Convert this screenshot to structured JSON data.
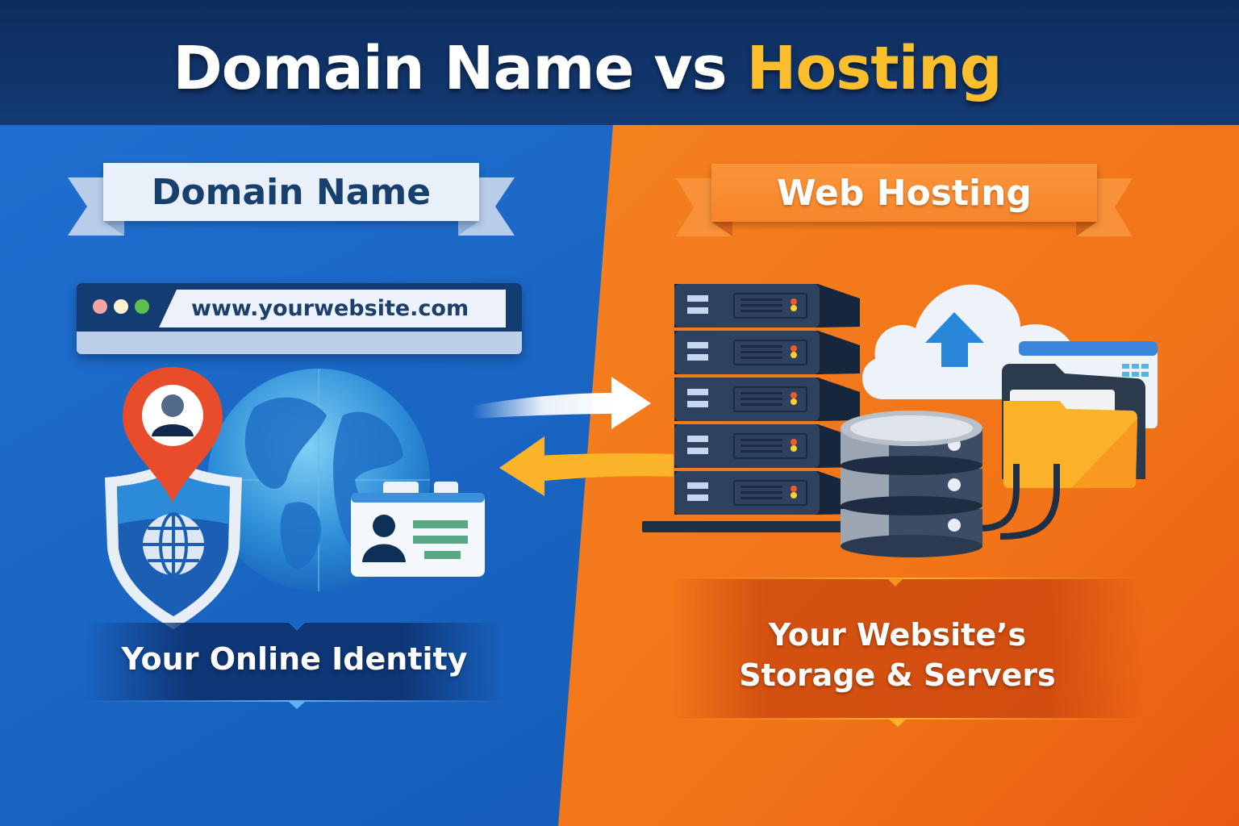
{
  "header": {
    "title_main": "Domain Name vs",
    "title_accent": "Hosting",
    "background": "#0f2f63",
    "accent_color": "#fbbf2e"
  },
  "left_panel": {
    "ribbon_label": "Domain Name",
    "background": "#1565c0",
    "browser": {
      "url": "www.yourwebsite.com",
      "dot_colors": [
        "#f5a3a3",
        "#fbf3d0",
        "#5dc14b"
      ]
    },
    "icons": [
      "location-pin-user-icon",
      "shield-globe-icon",
      "globe-icon",
      "id-card-icon"
    ],
    "caption": "Your Online Identity"
  },
  "arrows": {
    "to_hosting": {
      "direction": "right",
      "color": "#ffffff"
    },
    "to_domain": {
      "direction": "left",
      "color": "#fbb42a"
    }
  },
  "right_panel": {
    "ribbon_label": "Web Hosting",
    "background": "#f47a1f",
    "icons": [
      "server-rack-icon",
      "cloud-upload-icon",
      "database-icon",
      "folder-icon",
      "browser-window-icon"
    ],
    "server_units": 5,
    "caption_line1": "Your Website’s",
    "caption_line2": "Storage & Servers"
  }
}
